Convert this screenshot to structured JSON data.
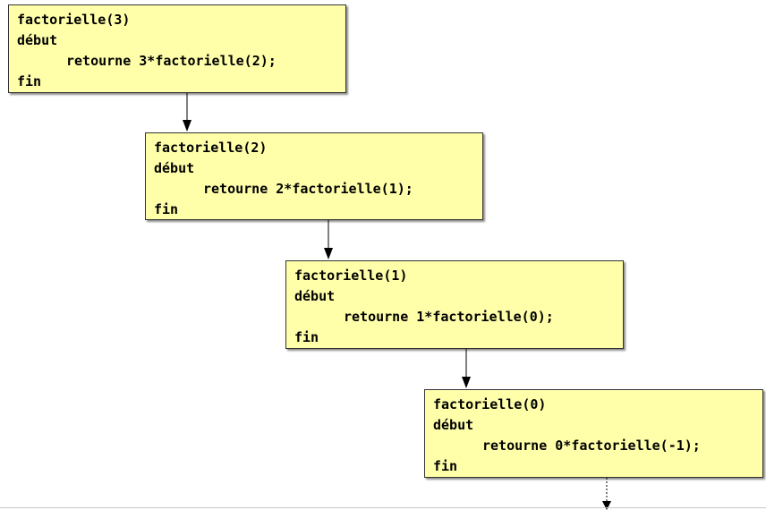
{
  "frames": [
    {
      "header": "factorielle(3)",
      "begin": "début",
      "statement": "retourne 3*factorielle(2);",
      "end": "fin"
    },
    {
      "header": "factorielle(2)",
      "begin": "début",
      "statement": "retourne 2*factorielle(1);",
      "end": "fin"
    },
    {
      "header": "factorielle(1)",
      "begin": "début",
      "statement": "retourne 1*factorielle(0);",
      "end": "fin"
    },
    {
      "header": "factorielle(0)",
      "begin": "début",
      "statement": "retourne 0*factorielle(-1);",
      "end": "fin"
    }
  ],
  "colors": {
    "box_fill": "#ffffaa",
    "box_border": "#333333",
    "arrow": "#000000"
  }
}
